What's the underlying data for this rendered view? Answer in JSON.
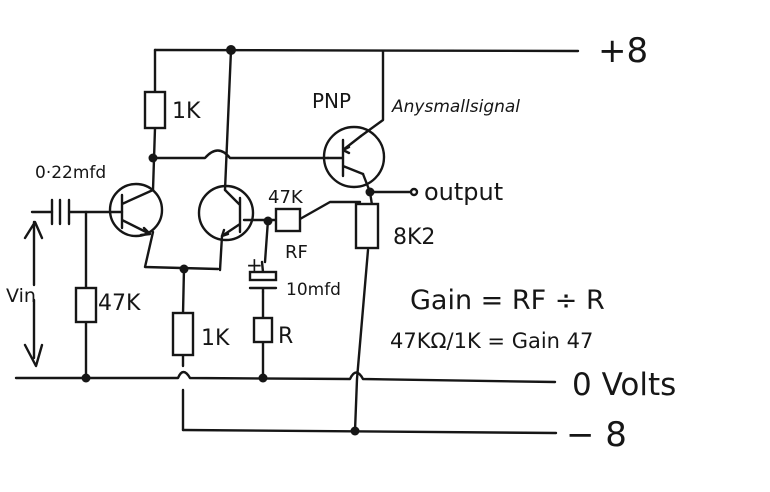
{
  "rails": {
    "positive": "+8",
    "ground": "0 Volts",
    "negative": "− 8"
  },
  "components": {
    "r_top_left": "1K",
    "transistor_pnp": "PNP",
    "transistor_note": "Anysmallsignal",
    "input_cap": "0·22mfd",
    "r_feedback_value": "47K",
    "r_feedback_name": "RF",
    "output_label": "output",
    "r_load": "8K2",
    "feedback_cap": "10mfd",
    "cap_polarity": "+",
    "r_input_bias": "47K",
    "r_emitter": "1K",
    "r_gain": "R",
    "input_label": "Vin"
  },
  "formulas": {
    "gain": "Gain = RF ÷ R",
    "example": "47KΩ/1K = Gain 47"
  }
}
